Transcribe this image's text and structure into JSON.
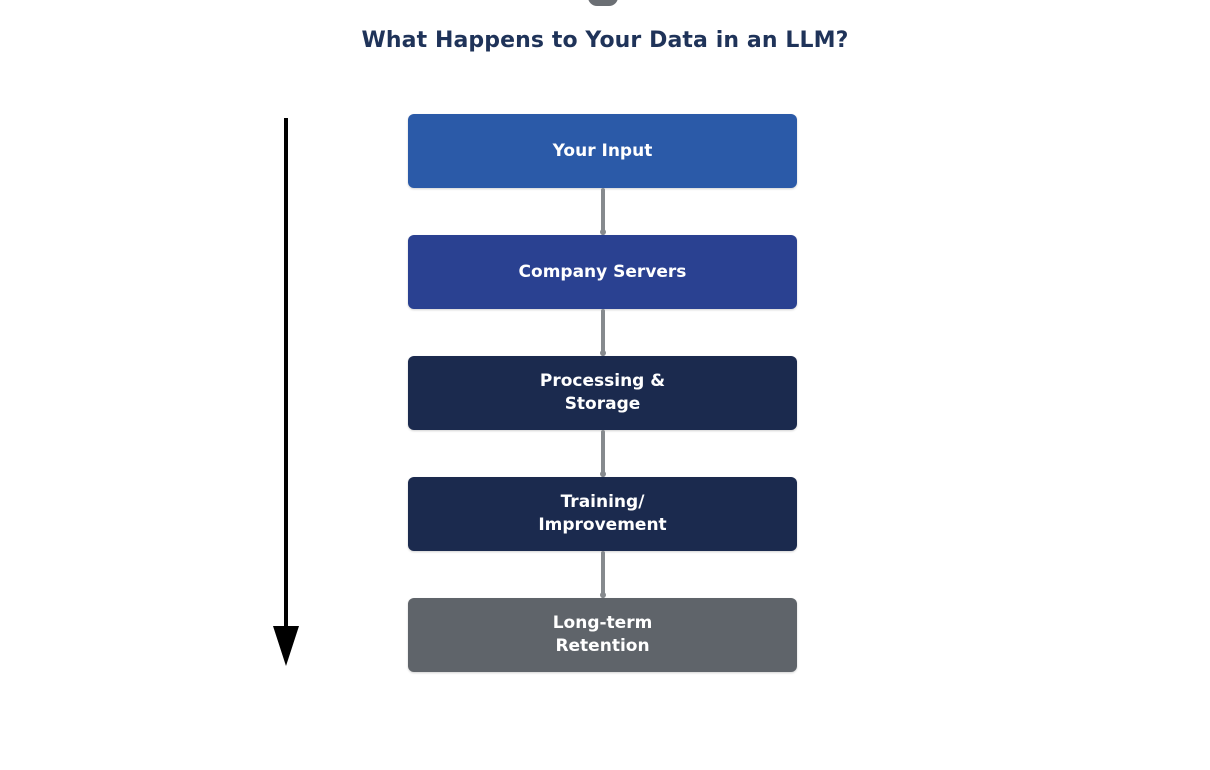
{
  "page": {
    "background_color": "#ffffff",
    "title": "What Happens to Your Data in an LLM?",
    "title_color": "#1f3359"
  },
  "top_stub": {
    "icon": "rounded-stub-shape",
    "color": "#6b6f74"
  },
  "direction_arrow": {
    "icon": "down-arrow-icon",
    "color": "#000000",
    "meaning": "downward flow direction"
  },
  "chart_data": {
    "type": "diagram",
    "diagram_type": "vertical-flowchart",
    "title": "What Happens to Your Data in an LLM?",
    "orientation": "top-to-bottom",
    "connector_color": "#868a8e",
    "nodes": [
      {
        "id": "input",
        "label": "Your Input",
        "color": "#2b5aa8",
        "text_color": "#ffffff",
        "order": 1
      },
      {
        "id": "servers",
        "label": "Company Servers",
        "color": "#2a4191",
        "text_color": "#ffffff",
        "order": 2
      },
      {
        "id": "processing",
        "label": "Processing &\nStorage",
        "color": "#1b2a4e",
        "text_color": "#ffffff",
        "order": 3
      },
      {
        "id": "training",
        "label": "Training/\nImprovement",
        "color": "#1b2a4e",
        "text_color": "#ffffff",
        "order": 4
      },
      {
        "id": "retention",
        "label": "Long-term\nRetention",
        "color": "#5f646a",
        "text_color": "#ffffff",
        "order": 5
      }
    ],
    "edges": [
      {
        "from": "input",
        "to": "servers"
      },
      {
        "from": "servers",
        "to": "processing"
      },
      {
        "from": "processing",
        "to": "training"
      },
      {
        "from": "training",
        "to": "retention"
      }
    ]
  }
}
